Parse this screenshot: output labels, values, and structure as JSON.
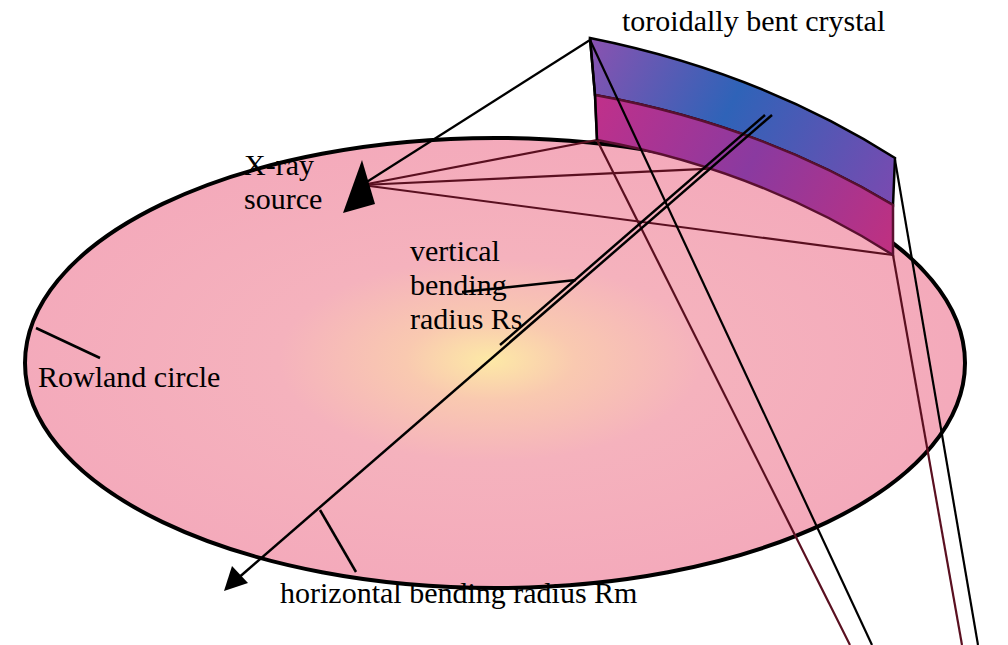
{
  "diagram": {
    "labels": [
      "toroidally bent crystal",
      "X-ray source",
      "vertical bending radius Rs",
      "Rowland circle",
      "horizontal bending radius Rm"
    ]
  }
}
